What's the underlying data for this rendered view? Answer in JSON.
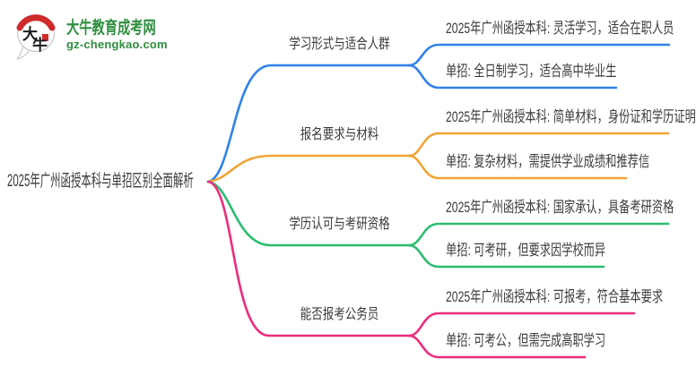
{
  "logo": {
    "icon_chars": {
      "char1": "大",
      "char2": "牛"
    },
    "site_name": "大牛教育成考网",
    "site_url": "gz-chengkao.com",
    "brand_green": "#2e8e3e",
    "seal_red": "#cf2a2c",
    "bubble_border": "#c9c9c9"
  },
  "mindmap": {
    "central_topic": "2025年广州函授本科与单招区别全面解析",
    "text_color": "#3b3b3b",
    "branches": [
      {
        "label": "学习形式与适合人群",
        "color": "#2f82e8",
        "leaves": [
          "2025年广州函授本科: 灵活学习，适合在职人员",
          "单招: 全日制学习，适合高中毕业生"
        ]
      },
      {
        "label": "报名要求与材料",
        "color": "#f0a434",
        "leaves": [
          "2025年广州函授本科: 简单材料，身份证和学历证明",
          "单招: 复杂材料，需提供学业成绩和推荐信"
        ]
      },
      {
        "label": "学历认可与考研资格",
        "color": "#2abd70",
        "leaves": [
          "2025年广州函授本科: 国家承认，具备考研资格",
          "单招: 可考研，但要求因学校而异"
        ]
      },
      {
        "label": "能否报考公务员",
        "color": "#ee2b7c",
        "leaves": [
          "2025年广州函授本科: 可报考，符合基本要求",
          "单招: 可考公，但需完成高职学习"
        ]
      }
    ]
  }
}
